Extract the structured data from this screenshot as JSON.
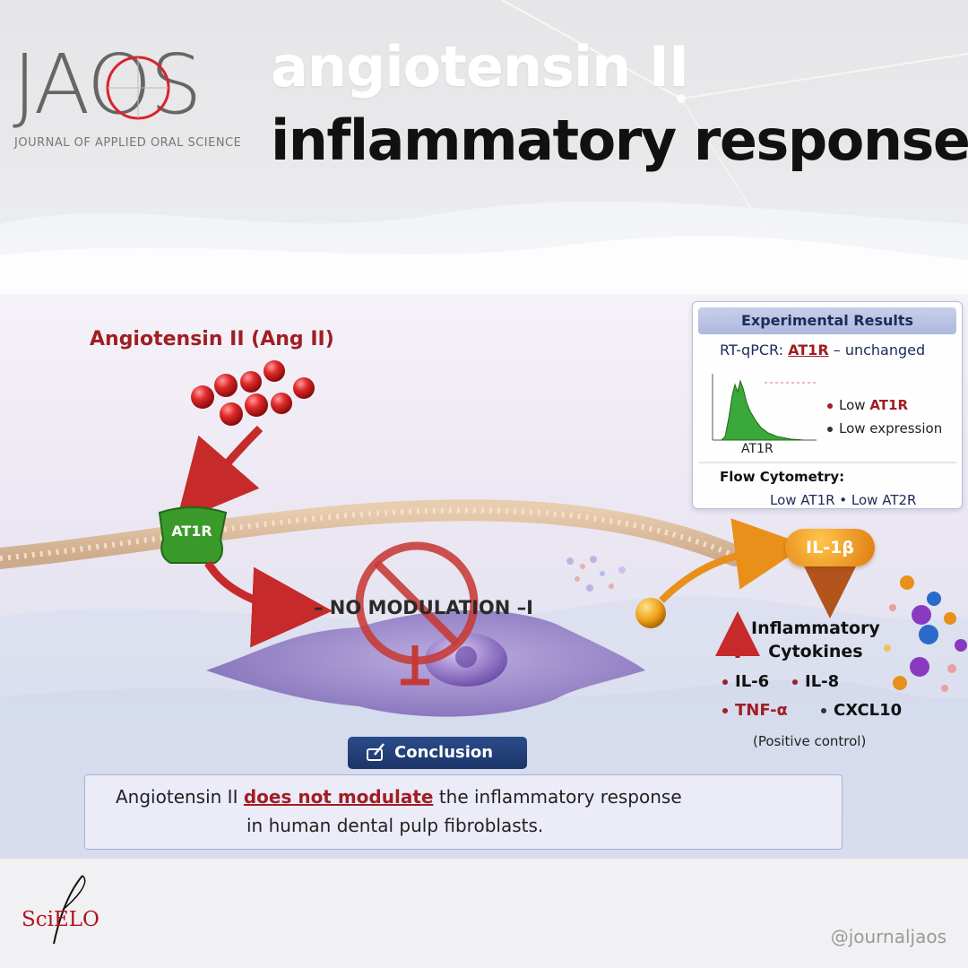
{
  "header": {
    "logo_letters": "JAOS",
    "logo_subtitle": "JOURNAL OF APPLIED ORAL SCIENCE",
    "title_line1": "angiotensin II",
    "title_line2": "inflammatory response"
  },
  "diagram": {
    "ligand_label": "Angiotensin II (Ang II)",
    "receptor_label": "AT1R",
    "no_modulation_label": "– NO MODULATION –I",
    "il1b_label": "IL-1β",
    "cytokines_title_line1": "Inflammatory",
    "cytokines_title_line2": "Cytokines",
    "cytokines": [
      "IL-6",
      "IL-8",
      "TNF-α",
      "CXCL10"
    ],
    "positive_control": "(Positive control)",
    "colors": {
      "accent_red": "#a01e24",
      "navy": "#1d2a5a",
      "receptor_green": "#3a9a2a",
      "il1b_orange": "#e8901a"
    }
  },
  "results_panel": {
    "title": "Experimental Results",
    "rtqpcr_prefix": "RT-qPCR:",
    "rtqpcr_target": "AT1R",
    "rtqpcr_suffix": "– unchanged",
    "histogram_label": "AT1R",
    "bullet_1_prefix": "Low",
    "bullet_1_target": "AT1R",
    "bullet_2": "Low expression",
    "flow_title": "Flow Cytometry:",
    "flow_values": "Low AT1R • Low AT2R"
  },
  "conclusion": {
    "badge": "Conclusion",
    "line1_before": "Angiotensin II",
    "line1_emphasis": "does not modulate",
    "line1_after": "the inflammatory response",
    "line2": "in human dental pulp fibroblasts."
  },
  "footer": {
    "publisher_logo": "SciELO",
    "handle": "@journaljaos"
  }
}
